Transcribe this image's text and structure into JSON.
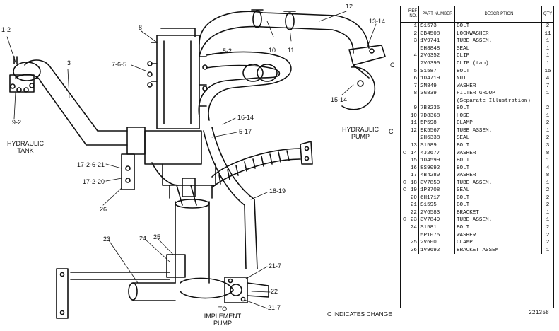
{
  "callouts": {
    "c1": "1-2",
    "c2": "3",
    "c3": "9-2",
    "c4": "8",
    "c5": "7-6-5",
    "c6": "10",
    "c7": "11",
    "c8": "12",
    "c9": "13-14",
    "c10": "5-2",
    "c11": "15-14",
    "c12": "16-14",
    "c13": "5-17",
    "c14": "17-2-6-21",
    "c15": "17-2-20",
    "c16": "26",
    "c17": "18-19",
    "c18": "23",
    "c19": "24",
    "c20": "25",
    "c21": "21-7",
    "c22": "22",
    "c23": "21-7",
    "c24": "C",
    "c25": "C"
  },
  "captions": {
    "tank": [
      "HYDRAULIC",
      "TANK"
    ],
    "pump": [
      "HYDRAULIC",
      "PUMP"
    ],
    "implement": [
      "TO",
      "IMPLEMENT",
      "PUMP"
    ]
  },
  "change_note": "C INDICATES CHANGE",
  "drawing_number": "221358",
  "parts_table": {
    "headers": {
      "ref": "REF NO.",
      "part": "PART NUMBER",
      "desc": "DESCRIPTION",
      "qty": "QTY"
    },
    "rows": [
      {
        "c": "",
        "ref": "1",
        "part": "S1573",
        "desc": "BOLT",
        "qty": "2"
      },
      {
        "c": "",
        "ref": "2",
        "part": "3B4508",
        "desc": "LOCKWASHER",
        "qty": "11"
      },
      {
        "c": "",
        "ref": "3",
        "part": "1V9741",
        "desc": "TUBE ASSEM.",
        "qty": "1"
      },
      {
        "c": "",
        "ref": "",
        "part": "5H8848",
        "desc": "SEAL",
        "qty": "1"
      },
      {
        "c": "",
        "ref": "4",
        "part": "2V6352",
        "desc": "CLIP",
        "qty": "1"
      },
      {
        "c": "",
        "ref": "",
        "part": "2V6390",
        "desc": "CLIP (tab)",
        "qty": "1"
      },
      {
        "c": "",
        "ref": "5",
        "part": "S1587",
        "desc": "BOLT",
        "qty": "15"
      },
      {
        "c": "",
        "ref": "6",
        "part": "1D4719",
        "desc": "NUT",
        "qty": "4"
      },
      {
        "c": "",
        "ref": "7",
        "part": "2M849",
        "desc": "WASHER",
        "qty": "7"
      },
      {
        "c": "",
        "ref": "8",
        "part": "3G839",
        "desc": "FILTER GROUP",
        "qty": "1"
      },
      {
        "c": "",
        "ref": "",
        "part": "",
        "desc": "(Separate Illustration)",
        "qty": ""
      },
      {
        "c": "",
        "ref": "9",
        "part": "7B3235",
        "desc": "BOLT",
        "qty": "2"
      },
      {
        "c": "",
        "ref": "10",
        "part": "7D8368",
        "desc": "HOSE",
        "qty": "1"
      },
      {
        "c": "",
        "ref": "11",
        "part": "5P598",
        "desc": "CLAMP",
        "qty": "2"
      },
      {
        "c": "",
        "ref": "12",
        "part": "9K5567",
        "desc": "TUBE ASSEM.",
        "qty": "1"
      },
      {
        "c": "",
        "ref": "",
        "part": "2H6338",
        "desc": "SEAL",
        "qty": "2"
      },
      {
        "c": "",
        "ref": "13",
        "part": "S1589",
        "desc": "BOLT",
        "qty": "3"
      },
      {
        "c": "C",
        "ref": "14",
        "part": "4J2677",
        "desc": "WASHER",
        "qty": "8"
      },
      {
        "c": "",
        "ref": "15",
        "part": "1D4599",
        "desc": "BOLT",
        "qty": "1"
      },
      {
        "c": "",
        "ref": "16",
        "part": "8S9092",
        "desc": "BOLT",
        "qty": "4"
      },
      {
        "c": "",
        "ref": "17",
        "part": "4B4280",
        "desc": "WASHER",
        "qty": "8"
      },
      {
        "c": "C",
        "ref": "18",
        "part": "3V7850",
        "desc": "TUBE ASSEM.",
        "qty": "1"
      },
      {
        "c": "C",
        "ref": "19",
        "part": "1P3708",
        "desc": "SEAL",
        "qty": "2"
      },
      {
        "c": "",
        "ref": "20",
        "part": "6H1717",
        "desc": "BOLT",
        "qty": "2"
      },
      {
        "c": "",
        "ref": "21",
        "part": "S1595",
        "desc": "BOLT",
        "qty": "2"
      },
      {
        "c": "",
        "ref": "22",
        "part": "2V6583",
        "desc": "BRACKET",
        "qty": "1"
      },
      {
        "c": "C",
        "ref": "23",
        "part": "3V7849",
        "desc": "TUBE ASSEM.",
        "qty": "1"
      },
      {
        "c": "",
        "ref": "24",
        "part": "S1581",
        "desc": "BOLT",
        "qty": "2"
      },
      {
        "c": "",
        "ref": "",
        "part": "5P1075",
        "desc": "WASHER",
        "qty": "2"
      },
      {
        "c": "",
        "ref": "25",
        "part": "2V600",
        "desc": "CLAMP",
        "qty": "2"
      },
      {
        "c": "",
        "ref": "26",
        "part": "1V9692",
        "desc": "BRACKET ASSEM.",
        "qty": "1"
      }
    ]
  }
}
